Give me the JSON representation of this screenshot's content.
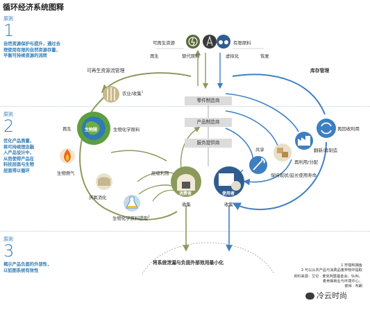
{
  "title": "循环经济系统图释",
  "principles": [
    {
      "label": "原则",
      "number": "1",
      "text": [
        "自然资源保护与提升，通过合",
        "理使用有限的自然资源存量，",
        "平衡可持续资源的流转"
      ]
    },
    {
      "label": "原则",
      "number": "2",
      "text": [
        "优化产品质量，",
        "将可持续理念融",
        "入产品设计中，",
        "从而使得产品在",
        "科技层面与生物",
        "层面得以循环"
      ]
    },
    {
      "label": "原则",
      "number": "3",
      "text": [
        "揭示产品负面的外部性，",
        "以如图系统有效性"
      ]
    }
  ],
  "top": {
    "renewable": "可再生资源",
    "finite": "有限原料",
    "regenerate": "再生",
    "substitute": "替代原料",
    "virtualize": "虚拟化",
    "restore": "恢复"
  },
  "headers": {
    "left": "可再生资源流管理",
    "right": "库存管理"
  },
  "boxes": [
    "零件制造商",
    "产品制造商",
    "服务提供商"
  ],
  "left": {
    "agriculture": "农业/收集",
    "agri_sup": "1",
    "regenerate": "再生",
    "biosphere": "生物圈",
    "biochem": "生物化学原料",
    "biogas": "生物燃气",
    "anaerobic": "厌氧消化",
    "cascade": "层级利用",
    "extraction": "生物化学原料提取",
    "extraction_sup": "2",
    "consumer": "消费者",
    "collect": "收集"
  },
  "right": {
    "recycle": "再回收利用",
    "refurbish": "翻新/再制造",
    "share": "共享",
    "reuse": "再利用/分配",
    "maintain": "保持现状/延长使用寿命",
    "user": "使用者",
    "collect": "收集"
  },
  "bottom": {
    "minimize": "将系统泄漏与负面外部效用最小化"
  },
  "notes": [
    "1 狩猎和捕鱼",
    "2 可以从农产品与消费品废弃物中提取",
    "资料来源：艾伦 · 麦克阿瑟基金会、SUN、",
    "麦肯锡商业与环境中心；",
    "彼得 · 布朗"
  ],
  "watermark": "冷云时尚",
  "colors": {
    "principle": "#2f7bb5",
    "bio": "#8b9a5b",
    "tech": "#3d7fc1",
    "box": "#dcdcdc"
  }
}
